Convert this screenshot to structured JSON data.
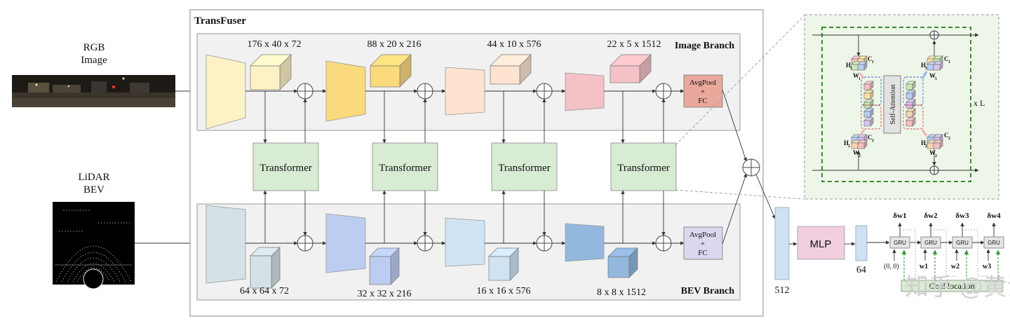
{
  "inputs": {
    "rgb_label_line1": "RGB",
    "rgb_label_line2": "Image",
    "lidar_label_line1": "LiDAR",
    "lidar_label_line2": "BEV"
  },
  "model_title": "TransFuser",
  "image_branch": {
    "title": "Image Branch",
    "dims": [
      "176 x 40 x 72",
      "88 x 20 x 216",
      "44 x 10 x 576",
      "22 x 5 x 1512"
    ],
    "colors": [
      "#fdf1c6",
      "#fbd97d",
      "#fde3d0",
      "#f3c1c6"
    ],
    "head_line1": "AvgPool",
    "head_line2": "+",
    "head_line3": "FC",
    "head_color": "#e9a89c"
  },
  "bev_branch": {
    "title": "BEV Branch",
    "dims": [
      "64 x 64 x 72",
      "32 x 32 x 216",
      "16 x 16 x 576",
      "8 x 8 x 1512"
    ],
    "colors": [
      "#d4e1e6",
      "#bdcdf1",
      "#cfe3f2",
      "#92b8de"
    ],
    "head_line1": "AvgPool",
    "head_line2": "+",
    "head_line3": "FC",
    "head_color": "#ddd6ef"
  },
  "transformer_label": "Transformer",
  "transformer_color": "#d8ebd3",
  "detail": {
    "self_attention": "Self-Attention",
    "repeat": "x L",
    "h1": "H",
    "h1_sub": "1",
    "c1": "C",
    "c1_sub": "1",
    "w1": "W",
    "w1_sub": "1",
    "h2": "H",
    "h2_sub": "2",
    "c2": "C",
    "c2_sub": "2",
    "w2": "W",
    "w2_sub": "2"
  },
  "decoder": {
    "vec512": "512",
    "mlp": "MLP",
    "vec64": "64",
    "gru": "GRU",
    "deltas": [
      "δw1",
      "δw2",
      "δw3",
      "δw4"
    ],
    "inputs": [
      "(0, 0)",
      "w1",
      "w2",
      "w3"
    ],
    "goal": "Goal location",
    "watermark": "知乎 @黄浴"
  }
}
